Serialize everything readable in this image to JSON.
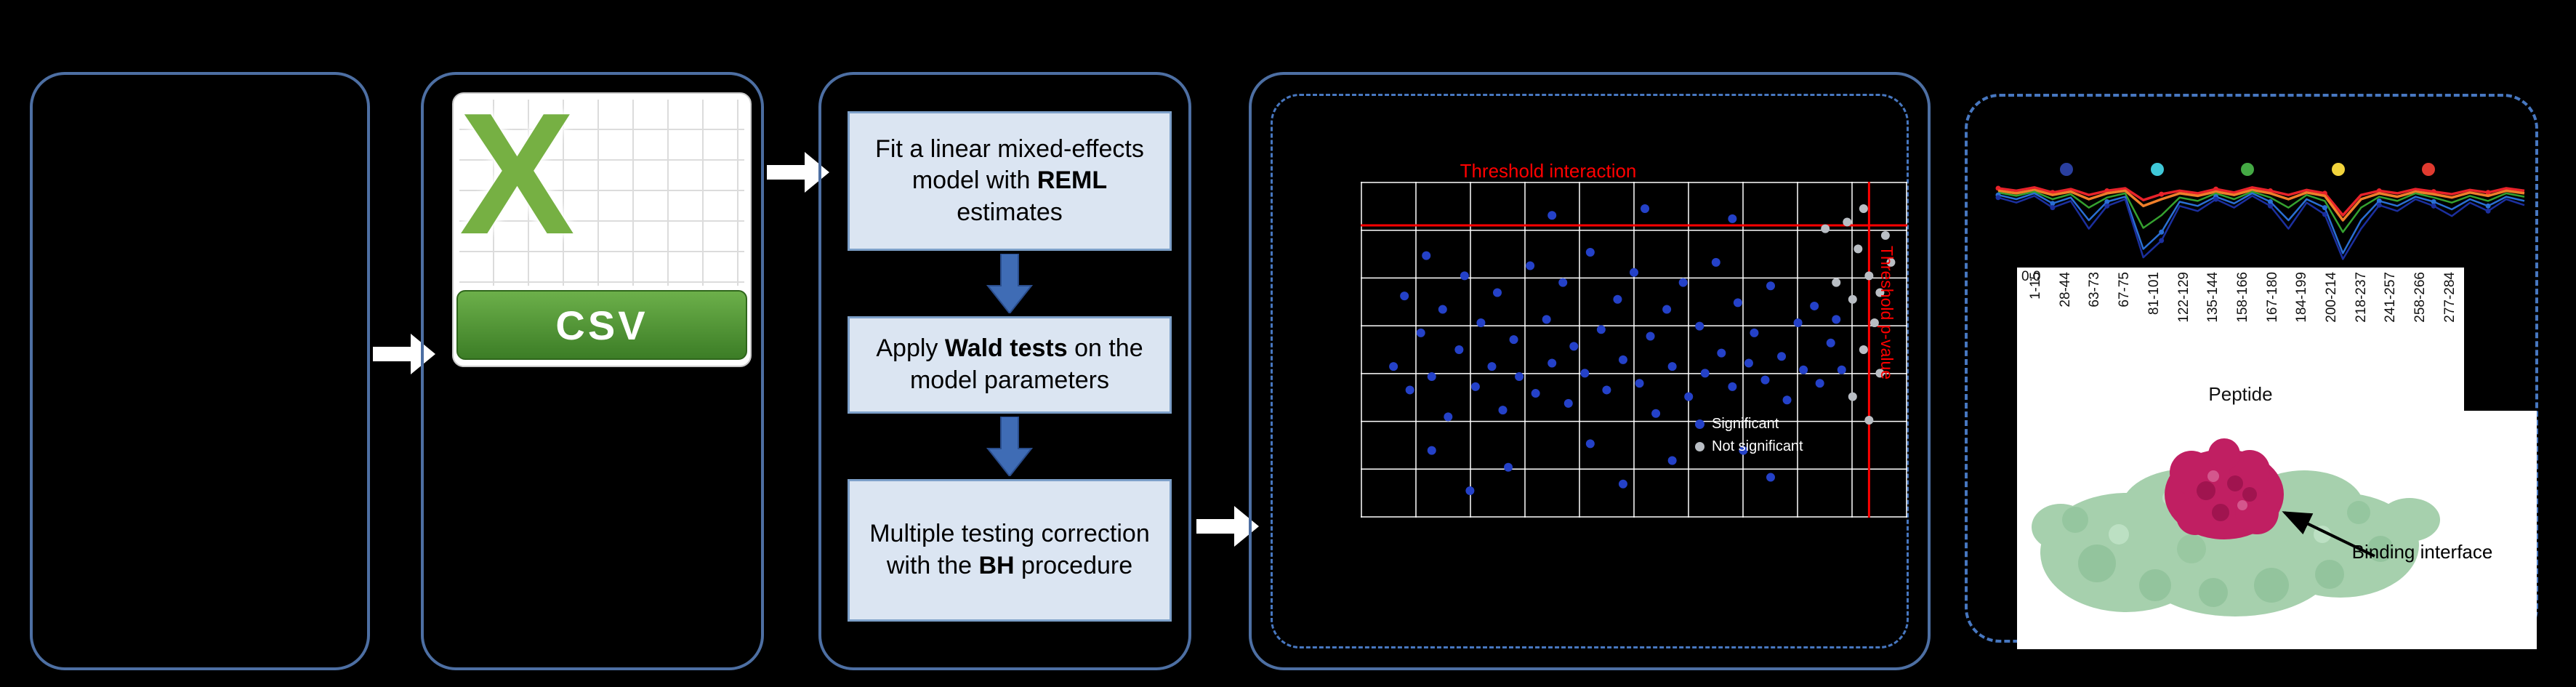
{
  "accent_colors": {
    "panel_border": "#4d6fa3",
    "dashed_border": "#4777c0",
    "step_box_fill": "#dbe5f2",
    "arrow_blue": "#3f6cb5",
    "threshold_red": "#ff0000",
    "csv_green": "#76b043"
  },
  "csv_icon": {
    "x_letter": "X",
    "label": "CSV"
  },
  "method": {
    "steps": [
      {
        "pre": "Fit a linear mixed-effects model with ",
        "bold": "REML",
        "post": " estimates"
      },
      {
        "pre": "Apply ",
        "bold": "Wald tests",
        "post": " on the model parameters"
      },
      {
        "pre": "Multiple testing correction with the ",
        "bold": "BH",
        "post": " procedure"
      }
    ]
  },
  "results": {
    "annotation": "Binding interface"
  },
  "chart_data": [
    {
      "type": "scatter",
      "threshold_labels": {
        "top": "Threshold interaction",
        "right": "Threshold p-value"
      },
      "grid": {
        "v_lines": 11,
        "h_lines": 8
      },
      "y_origin": "top",
      "thresholds": {
        "h_y_pct": 13,
        "v_x_pct": 93,
        "color": "#ff0000"
      },
      "legend": [
        {
          "label": "Significant",
          "color": "#2441c8"
        },
        {
          "label": "Not significant",
          "color": "#b9bec4"
        }
      ],
      "series": [
        {
          "name": "significant",
          "color": "#2441c8",
          "r": 6,
          "points": [
            [
              6,
              55
            ],
            [
              8,
              34
            ],
            [
              9,
              62
            ],
            [
              11,
              45
            ],
            [
              12,
              22
            ],
            [
              13,
              58
            ],
            [
              15,
              38
            ],
            [
              16,
              70
            ],
            [
              18,
              50
            ],
            [
              19,
              28
            ],
            [
              21,
              61
            ],
            [
              22,
              42
            ],
            [
              24,
              55
            ],
            [
              25,
              33
            ],
            [
              26,
              68
            ],
            [
              28,
              47
            ],
            [
              29,
              58
            ],
            [
              31,
              25
            ],
            [
              32,
              63
            ],
            [
              34,
              41
            ],
            [
              35,
              54
            ],
            [
              37,
              30
            ],
            [
              38,
              66
            ],
            [
              39,
              49
            ],
            [
              41,
              57
            ],
            [
              42,
              21
            ],
            [
              44,
              44
            ],
            [
              45,
              62
            ],
            [
              47,
              35
            ],
            [
              48,
              53
            ],
            [
              50,
              27
            ],
            [
              51,
              60
            ],
            [
              53,
              46
            ],
            [
              54,
              69
            ],
            [
              56,
              38
            ],
            [
              57,
              55
            ],
            [
              59,
              30
            ],
            [
              60,
              64
            ],
            [
              62,
              43
            ],
            [
              63,
              57
            ],
            [
              65,
              24
            ],
            [
              66,
              51
            ],
            [
              68,
              61
            ],
            [
              69,
              36
            ],
            [
              71,
              54
            ],
            [
              72,
              45
            ],
            [
              74,
              59
            ],
            [
              75,
              31
            ],
            [
              77,
              52
            ],
            [
              78,
              65
            ],
            [
              80,
              42
            ],
            [
              81,
              56
            ],
            [
              83,
              37
            ],
            [
              84,
              60
            ],
            [
              86,
              48
            ],
            [
              87,
              41
            ],
            [
              88,
              56
            ],
            [
              13,
              80
            ],
            [
              27,
              85
            ],
            [
              42,
              78
            ],
            [
              57,
              83
            ],
            [
              70,
              80
            ],
            [
              35,
              10
            ],
            [
              52,
              8
            ],
            [
              68,
              11
            ],
            [
              20,
              92
            ],
            [
              48,
              90
            ],
            [
              75,
              88
            ]
          ]
        },
        {
          "name": "not-significant",
          "color": "#b9bec4",
          "r": 6,
          "points": [
            [
              89,
              12
            ],
            [
              91,
              20
            ],
            [
              93,
              28
            ],
            [
              90,
              35
            ],
            [
              94,
              42
            ],
            [
              92,
              50
            ],
            [
              95,
              57
            ],
            [
              90,
              64
            ],
            [
              93,
              71
            ],
            [
              96,
              16
            ],
            [
              95,
              33
            ],
            [
              92,
              8
            ],
            [
              97,
              24
            ],
            [
              85,
              14
            ],
            [
              87,
              30
            ]
          ]
        }
      ]
    },
    {
      "type": "line",
      "xlabel": "Peptide",
      "first_visible_ytick": "0.0",
      "y_range": [
        0,
        1
      ],
      "x_tick_labels": [
        "1-15",
        "28-44",
        "63-73",
        "67-75",
        "81-101",
        "122-129",
        "135-144",
        "158-166",
        "167-180",
        "184-199",
        "200-214",
        "218-237",
        "241-257",
        "258-266",
        "277-284"
      ],
      "legend_dot_colors": [
        "#2a3f9f",
        "#3fc8d8",
        "#44a944",
        "#f2d43c",
        "#e03a2f"
      ],
      "series": [
        {
          "name": "red",
          "color": "#e8222a",
          "width": 3.5,
          "markers": true,
          "values": [
            0.94,
            0.91,
            0.95,
            0.89,
            0.93,
            0.86,
            0.91,
            0.94,
            0.8,
            0.87,
            0.91,
            0.88,
            0.93,
            0.89,
            0.95,
            0.91,
            0.86,
            0.92,
            0.88,
            0.62,
            0.86,
            0.91,
            0.88,
            0.93,
            0.9,
            0.87,
            0.92,
            0.89,
            0.94,
            0.91
          ]
        },
        {
          "name": "orange",
          "color": "#f07f2a",
          "width": 3.5,
          "markers": false,
          "values": [
            0.91,
            0.88,
            0.92,
            0.86,
            0.9,
            0.81,
            0.88,
            0.91,
            0.73,
            0.81,
            0.88,
            0.85,
            0.9,
            0.86,
            0.92,
            0.88,
            0.81,
            0.89,
            0.85,
            0.56,
            0.81,
            0.88,
            0.84,
            0.9,
            0.87,
            0.83,
            0.89,
            0.85,
            0.91,
            0.88
          ]
        },
        {
          "name": "green",
          "color": "#35a12f",
          "width": 2.5,
          "markers": false,
          "values": [
            0.89,
            0.85,
            0.9,
            0.81,
            0.87,
            0.71,
            0.83,
            0.88,
            0.47,
            0.62,
            0.83,
            0.79,
            0.88,
            0.81,
            0.9,
            0.83,
            0.71,
            0.86,
            0.79,
            0.42,
            0.71,
            0.84,
            0.79,
            0.88,
            0.83,
            0.77,
            0.85,
            0.79,
            0.88,
            0.84
          ]
        },
        {
          "name": "blue",
          "color": "#2a6fd4",
          "width": 2.5,
          "markers": true,
          "values": [
            0.86,
            0.81,
            0.88,
            0.76,
            0.83,
            0.56,
            0.78,
            0.84,
            0.22,
            0.42,
            0.78,
            0.73,
            0.84,
            0.76,
            0.88,
            0.78,
            0.56,
            0.81,
            0.71,
            0.17,
            0.56,
            0.79,
            0.73,
            0.84,
            0.78,
            0.69,
            0.81,
            0.73,
            0.84,
            0.79
          ]
        },
        {
          "name": "navy",
          "color": "#1b2f9e",
          "width": 2.5,
          "markers": true,
          "values": [
            0.83,
            0.77,
            0.85,
            0.71,
            0.79,
            0.46,
            0.73,
            0.81,
            0.12,
            0.32,
            0.73,
            0.67,
            0.81,
            0.71,
            0.85,
            0.73,
            0.46,
            0.77,
            0.63,
            0.1,
            0.46,
            0.74,
            0.67,
            0.81,
            0.73,
            0.61,
            0.77,
            0.67,
            0.81,
            0.74
          ]
        }
      ]
    }
  ]
}
